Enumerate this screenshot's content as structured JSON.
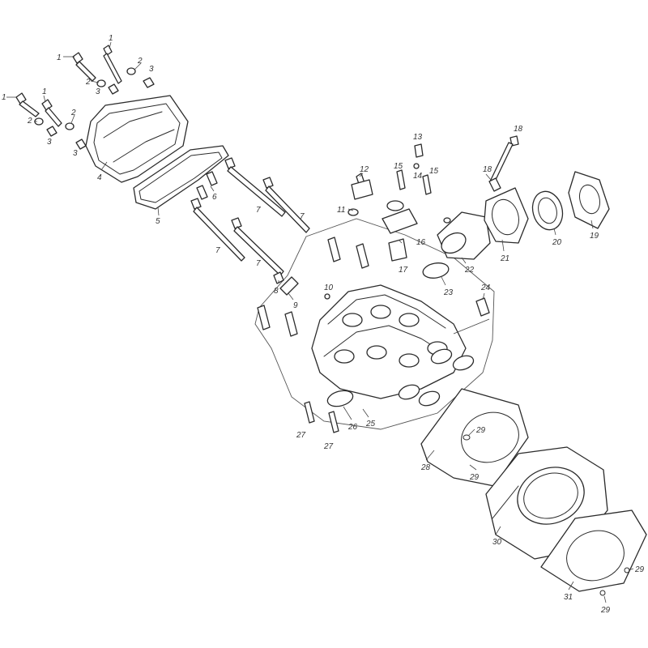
{
  "diagram": {
    "type": "exploded-parts-view",
    "line_color": "#2b2b2b",
    "background": "#ffffff",
    "callouts": [
      {
        "id": "c1a",
        "label": "1"
      },
      {
        "id": "c1b",
        "label": "1"
      },
      {
        "id": "c1c",
        "label": "1"
      },
      {
        "id": "c1d",
        "label": "1"
      },
      {
        "id": "c2a",
        "label": "2"
      },
      {
        "id": "c2b",
        "label": "2"
      },
      {
        "id": "c2c",
        "label": "2"
      },
      {
        "id": "c2d",
        "label": "2"
      },
      {
        "id": "c3a",
        "label": "3"
      },
      {
        "id": "c3b",
        "label": "3"
      },
      {
        "id": "c3c",
        "label": "3"
      },
      {
        "id": "c3d",
        "label": "3"
      },
      {
        "id": "c4",
        "label": "4"
      },
      {
        "id": "c5",
        "label": "5"
      },
      {
        "id": "c6",
        "label": "6"
      },
      {
        "id": "c7a",
        "label": "7"
      },
      {
        "id": "c7b",
        "label": "7"
      },
      {
        "id": "c7c",
        "label": "7"
      },
      {
        "id": "c7d",
        "label": "7"
      },
      {
        "id": "c8",
        "label": "8"
      },
      {
        "id": "c9",
        "label": "9"
      },
      {
        "id": "c10",
        "label": "10"
      },
      {
        "id": "c11",
        "label": "11"
      },
      {
        "id": "c12",
        "label": "12"
      },
      {
        "id": "c13",
        "label": "13"
      },
      {
        "id": "c14",
        "label": "14"
      },
      {
        "id": "c15a",
        "label": "15"
      },
      {
        "id": "c15b",
        "label": "15"
      },
      {
        "id": "c16",
        "label": "16"
      },
      {
        "id": "c17",
        "label": "17"
      },
      {
        "id": "c18a",
        "label": "18"
      },
      {
        "id": "c18b",
        "label": "18"
      },
      {
        "id": "c19",
        "label": "19"
      },
      {
        "id": "c20",
        "label": "20"
      },
      {
        "id": "c21",
        "label": "21"
      },
      {
        "id": "c22",
        "label": "22"
      },
      {
        "id": "c23",
        "label": "23"
      },
      {
        "id": "c24",
        "label": "24"
      },
      {
        "id": "c25",
        "label": "25"
      },
      {
        "id": "c26",
        "label": "26"
      },
      {
        "id": "c27a",
        "label": "27"
      },
      {
        "id": "c27b",
        "label": "27"
      },
      {
        "id": "c28",
        "label": "28"
      },
      {
        "id": "c29a",
        "label": "29"
      },
      {
        "id": "c29b",
        "label": "29"
      },
      {
        "id": "c29c",
        "label": "29"
      },
      {
        "id": "c29d",
        "label": "29"
      },
      {
        "id": "c30",
        "label": "30"
      },
      {
        "id": "c31",
        "label": "31"
      }
    ]
  }
}
